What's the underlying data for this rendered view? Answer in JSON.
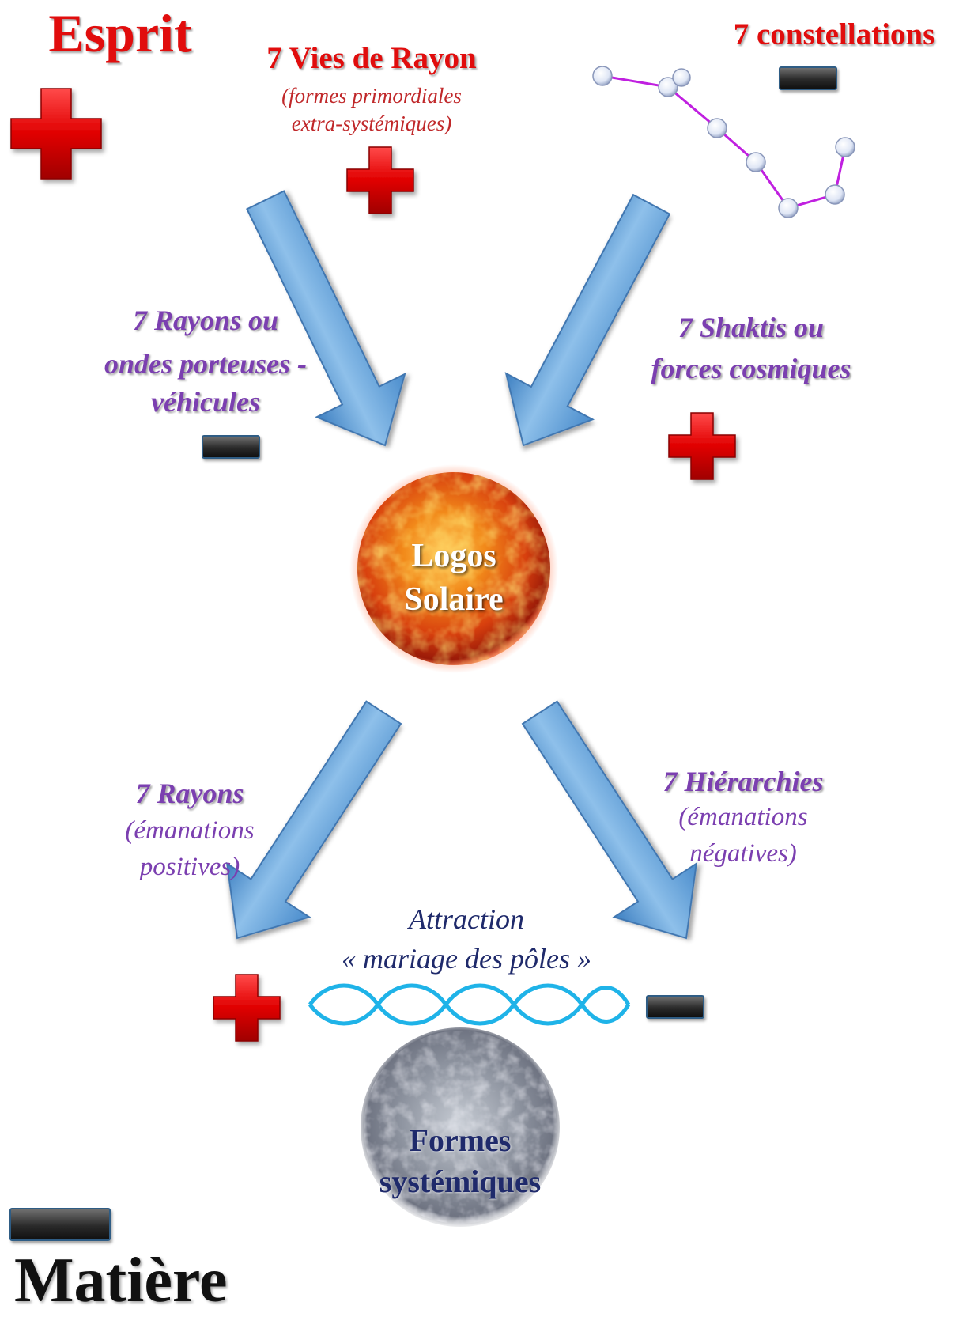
{
  "labels": {
    "esprit": "Esprit",
    "matiere": "Matière",
    "vies_title": "7 Vies de Rayon",
    "vies_sub_1": "(formes primordiales",
    "vies_sub_2": "extra-systémiques)",
    "constellations": "7 constellations",
    "rayons_porteuses_1": "7 Rayons ou",
    "rayons_porteuses_2": "ondes porteuses -",
    "rayons_porteuses_3": "véhicules",
    "shaktis_1": "7 Shaktis ou",
    "shaktis_2": "forces cosmiques",
    "logos_1": "Logos",
    "logos_2": "Solaire",
    "rayons_pos_title": "7 Rayons",
    "rayons_pos_sub_1": "(émanations",
    "rayons_pos_sub_2": "positives)",
    "hier_title": "7 Hiérarchies",
    "hier_sub_1": "(émanations",
    "hier_sub_2": "négatives)",
    "attraction_1": "Attraction",
    "attraction_2": "« mariage des pôles »",
    "formes_1": "Formes",
    "formes_2": "systémiques"
  },
  "colors": {
    "red": "#e10d0d",
    "purple": "#7b3fb0",
    "navy": "#1f2a6b",
    "arrow_blue": "#5b9bd5",
    "wave_cyan": "#1fb3e8",
    "constellation_line": "#c020e0"
  },
  "icons": [
    "plus-icon",
    "minus-icon",
    "arrow-icon",
    "sun-icon",
    "planet-icon",
    "constellation-icon",
    "wave-icon"
  ]
}
